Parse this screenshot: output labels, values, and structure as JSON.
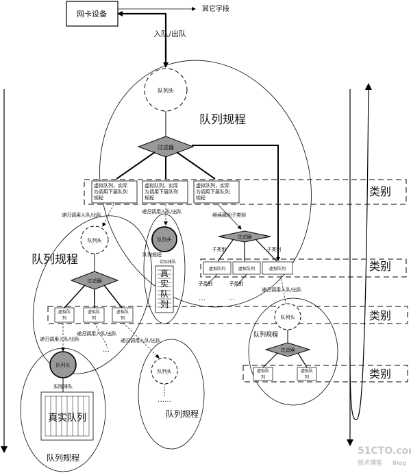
{
  "nic": "网卡设备",
  "other_fields": "其它字段",
  "enqueue_dequeue": "入队/出队",
  "queue_head": "队列头",
  "queue_rule": "队列规程",
  "filter": "过滤器",
  "vq_desc_1": [
    "虚拟队列，实际",
    "为调用下层队列",
    "规程"
  ],
  "vq_desc_2": [
    "虚拟队列，实际",
    "为调用下层队列",
    "规程"
  ],
  "vq_desc_3": [
    "虚拟队列，实际",
    "为调用下层队列",
    "规程"
  ],
  "category": "类别",
  "recursive_call": "递归调用入队/出队",
  "inherit_subclass": "继续藕别子类别",
  "subclass": "子类别",
  "virtual_queue": "虚拟队列",
  "virtual_queue_short": [
    "虚拟队",
    "列"
  ],
  "real_queue_chars": [
    "真",
    "实",
    "队",
    "列"
  ],
  "real_queue": "真实队列",
  "actual_queue": "实际排队",
  "ellipsis": "…",
  "ellipsis_long": "……",
  "watermark_main": "51CTO.com",
  "watermark_sub": "技术博客",
  "watermark_blog": "Blog"
}
